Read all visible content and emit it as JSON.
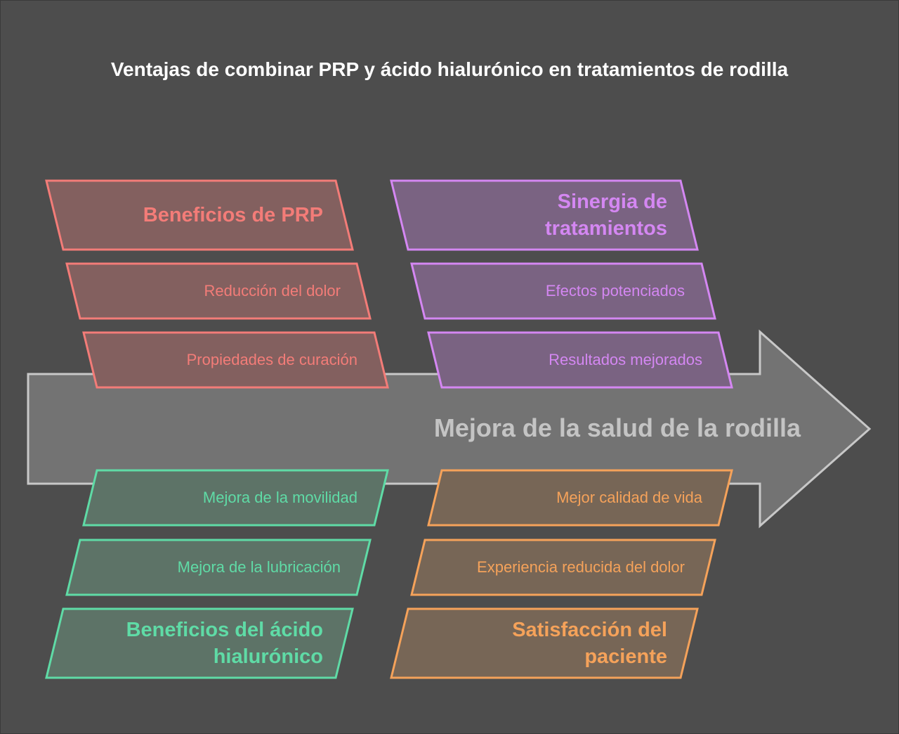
{
  "title": "Ventajas de combinar PRP y ácido hialurónico en tratamientos de rodilla",
  "arrow": {
    "label": "Mejora de la salud de la rodilla",
    "fill": "#737373",
    "stroke": "#c8c8c8",
    "text_color": "#c4c4c4"
  },
  "groups": {
    "prp": {
      "heading": "Beneficios de PRP",
      "items": [
        "Reducción del dolor",
        "Propiedades de curación"
      ],
      "stroke": "#f37c78",
      "fill": "#83605f",
      "text": "#f37c78"
    },
    "sinergia": {
      "heading": "Sinergia de tratamientos",
      "items": [
        "Efectos potenciados",
        "Resultados mejorados"
      ],
      "stroke": "#d487f2",
      "fill": "#7a6382",
      "text": "#d487f2"
    },
    "acido": {
      "heading": "Beneficios del ácido hialurónico",
      "items": [
        "Mejora de la movilidad",
        "Mejora de la lubricación"
      ],
      "stroke": "#5fdba6",
      "fill": "#5d7367",
      "text": "#5fdba6"
    },
    "satisfaccion": {
      "heading": "Satisfacción del paciente",
      "items": [
        "Mejor calidad de vida",
        "Experiencia reducida del dolor"
      ],
      "stroke": "#f5a25a",
      "fill": "#776656",
      "text": "#f5a25a"
    }
  }
}
